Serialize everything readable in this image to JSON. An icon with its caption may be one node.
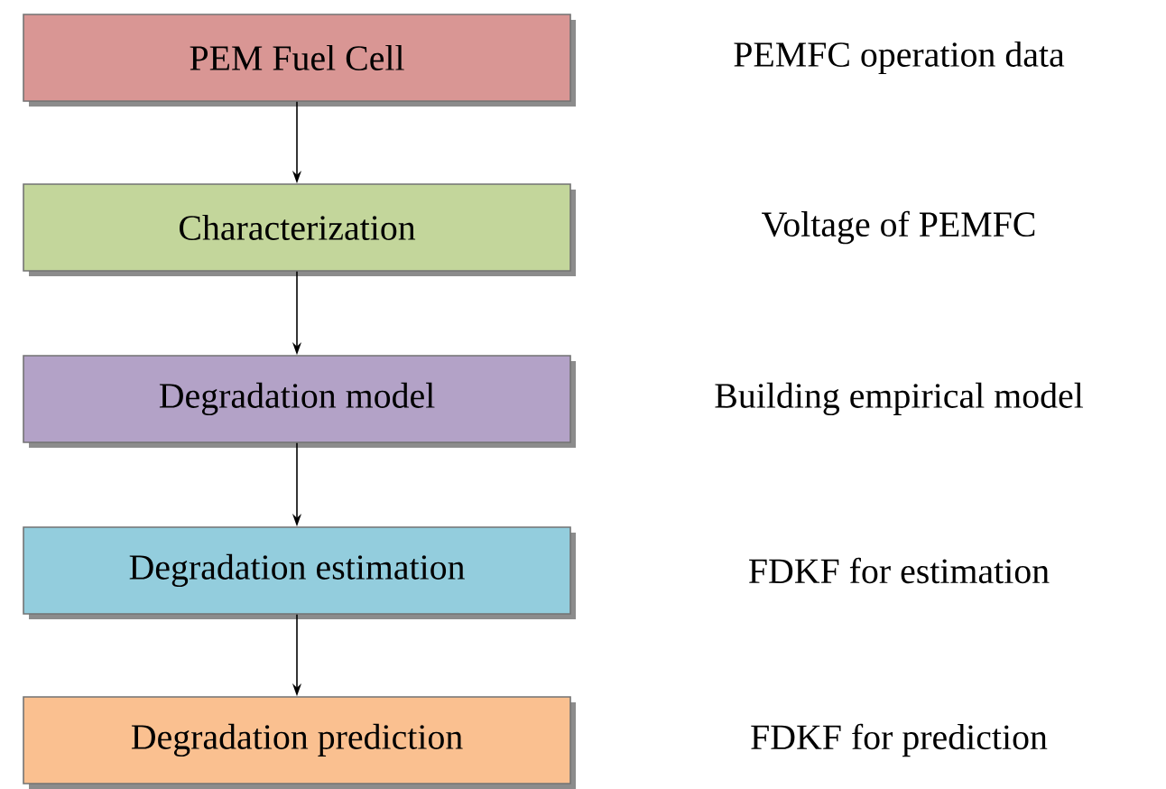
{
  "diagram": {
    "nodes": [
      {
        "text": [
          "PEM Fuel Cell"
        ]
      },
      {
        "text": [
          "Characterization"
        ]
      },
      {
        "text": [
          "Degradation model"
        ]
      },
      {
        "text": [
          "Degradation estimation"
        ]
      },
      {
        "text": [
          "Degradation prediction"
        ]
      }
    ],
    "edges": [
      {
        "from": 0,
        "to": 1,
        "arrow": "to"
      },
      {
        "from": 1,
        "to": 2,
        "arrow": "to"
      },
      {
        "from": 2,
        "to": 3,
        "arrow": "to"
      },
      {
        "from": 3,
        "to": 4,
        "arrow": "to"
      }
    ],
    "labels": [
      "PEMFC operation data",
      "Voltage of PEMFC",
      "Building empirical model",
      "FDKF for estimation",
      "FDKF for prediction"
    ]
  }
}
